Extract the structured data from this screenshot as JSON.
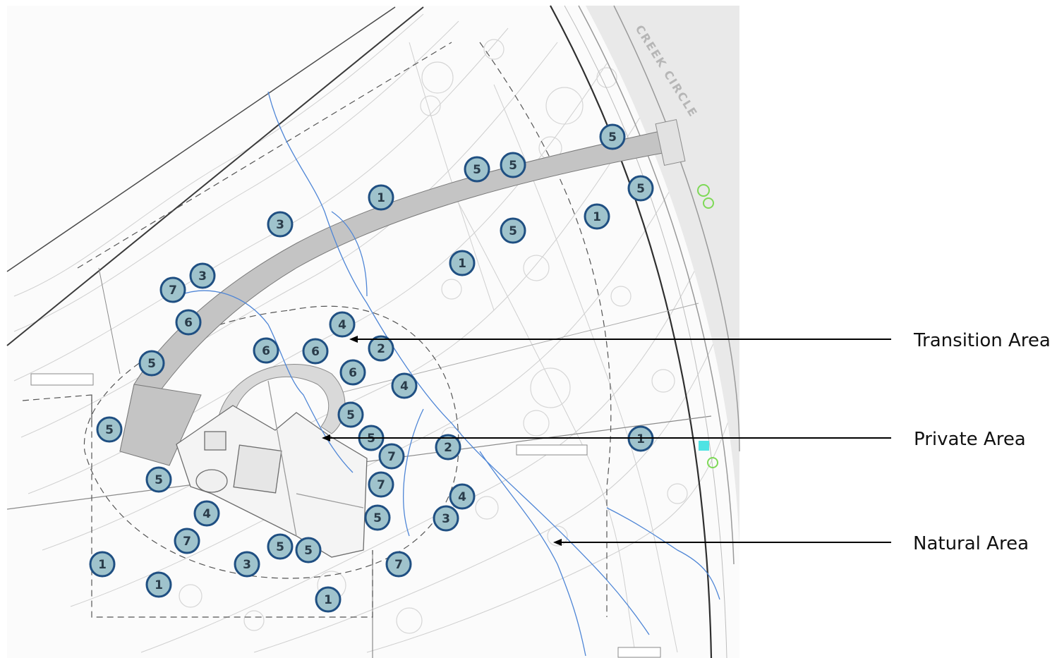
{
  "callouts": [
    {
      "id": "transition",
      "label": "Transition Area"
    },
    {
      "id": "private",
      "label": "Private Area"
    },
    {
      "id": "natural",
      "label": "Natural Area"
    }
  ],
  "street_label": "CREEK CIRCLE",
  "markers": [
    {
      "n": "5"
    },
    {
      "n": "5"
    },
    {
      "n": "5"
    },
    {
      "n": "5"
    },
    {
      "n": "1"
    },
    {
      "n": "1"
    },
    {
      "n": "3"
    },
    {
      "n": "5"
    },
    {
      "n": "1"
    },
    {
      "n": "3"
    },
    {
      "n": "7"
    },
    {
      "n": "6"
    },
    {
      "n": "4"
    },
    {
      "n": "6"
    },
    {
      "n": "6"
    },
    {
      "n": "2"
    },
    {
      "n": "5"
    },
    {
      "n": "6"
    },
    {
      "n": "4"
    },
    {
      "n": "5"
    },
    {
      "n": "5"
    },
    {
      "n": "5"
    },
    {
      "n": "7"
    },
    {
      "n": "2"
    },
    {
      "n": "1"
    },
    {
      "n": "5"
    },
    {
      "n": "7"
    },
    {
      "n": "4"
    },
    {
      "n": "4"
    },
    {
      "n": "5"
    },
    {
      "n": "3"
    },
    {
      "n": "7"
    },
    {
      "n": "5"
    },
    {
      "n": "5"
    },
    {
      "n": "1"
    },
    {
      "n": "3"
    },
    {
      "n": "7"
    },
    {
      "n": "1"
    },
    {
      "n": "1"
    }
  ],
  "colors": {
    "marker_fill": "#9fc3cc",
    "marker_ring": "#1f4f82",
    "driveway": "#c4c4c4",
    "stream": "#4f86d6",
    "linework": "#9a9a9a",
    "arrow": "#000000"
  }
}
